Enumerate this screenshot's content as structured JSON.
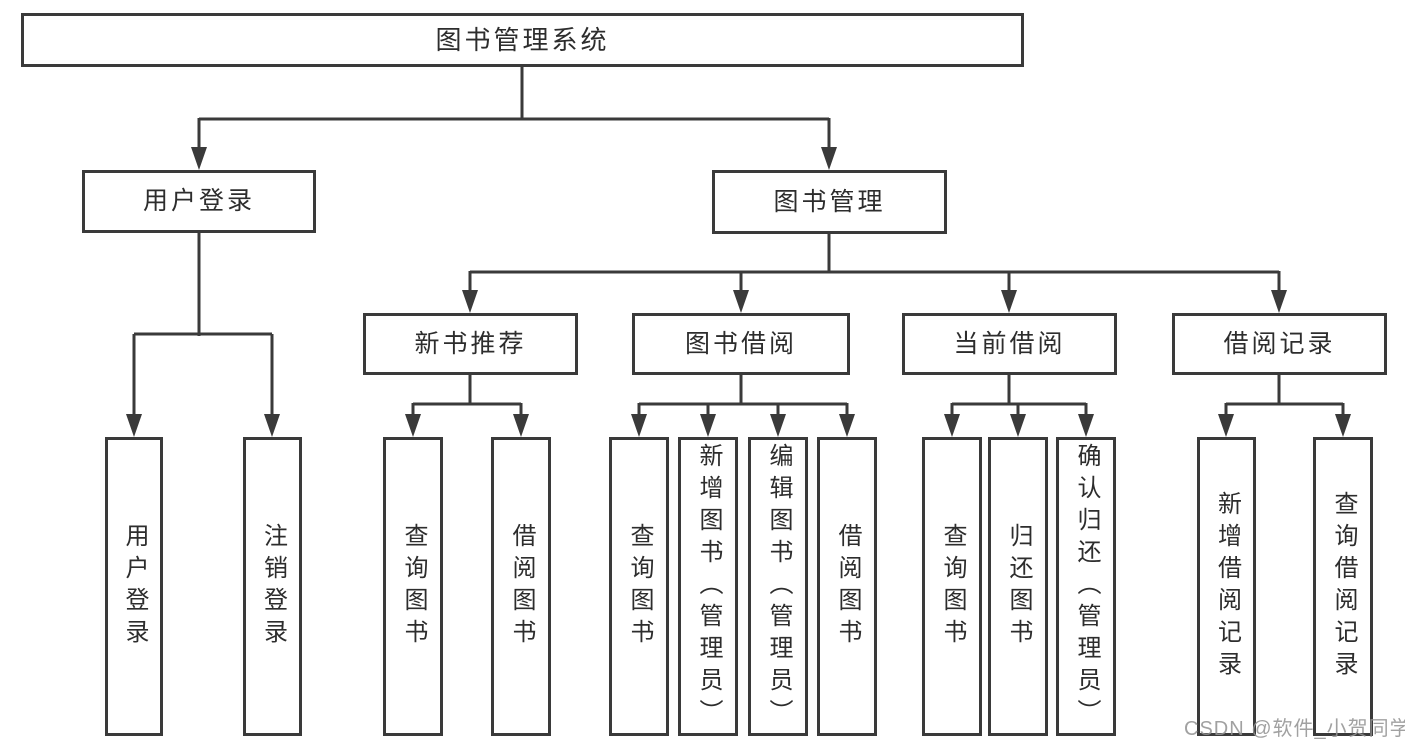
{
  "diagram": {
    "title": "图书管理系统",
    "tree": {
      "label": "图书管理系统",
      "children": [
        {
          "label": "用户登录",
          "children": [
            {
              "label": "用户登录"
            },
            {
              "label": "注销登录"
            }
          ]
        },
        {
          "label": "图书管理",
          "children": [
            {
              "label": "新书推荐",
              "children": [
                {
                  "label": "查询图书"
                },
                {
                  "label": "借阅图书"
                }
              ]
            },
            {
              "label": "图书借阅",
              "children": [
                {
                  "label": "查询图书"
                },
                {
                  "label": "新增图书（管理员）"
                },
                {
                  "label": "编辑图书（管理员）"
                },
                {
                  "label": "借阅图书"
                }
              ]
            },
            {
              "label": "当前借阅",
              "children": [
                {
                  "label": "查询图书"
                },
                {
                  "label": "归还图书"
                },
                {
                  "label": "确认归还（管理员）"
                }
              ]
            },
            {
              "label": "借阅记录",
              "children": [
                {
                  "label": "新增借阅记录"
                },
                {
                  "label": "查询借阅记录"
                }
              ]
            }
          ]
        }
      ]
    },
    "colors": {
      "line": "#3a3a3a",
      "box_border": "#3a3a3a",
      "text": "#2d2d2d",
      "background": "#ffffff",
      "watermark": "#949494"
    }
  },
  "watermark": {
    "text": "CSDN @软件_小贺同学"
  }
}
